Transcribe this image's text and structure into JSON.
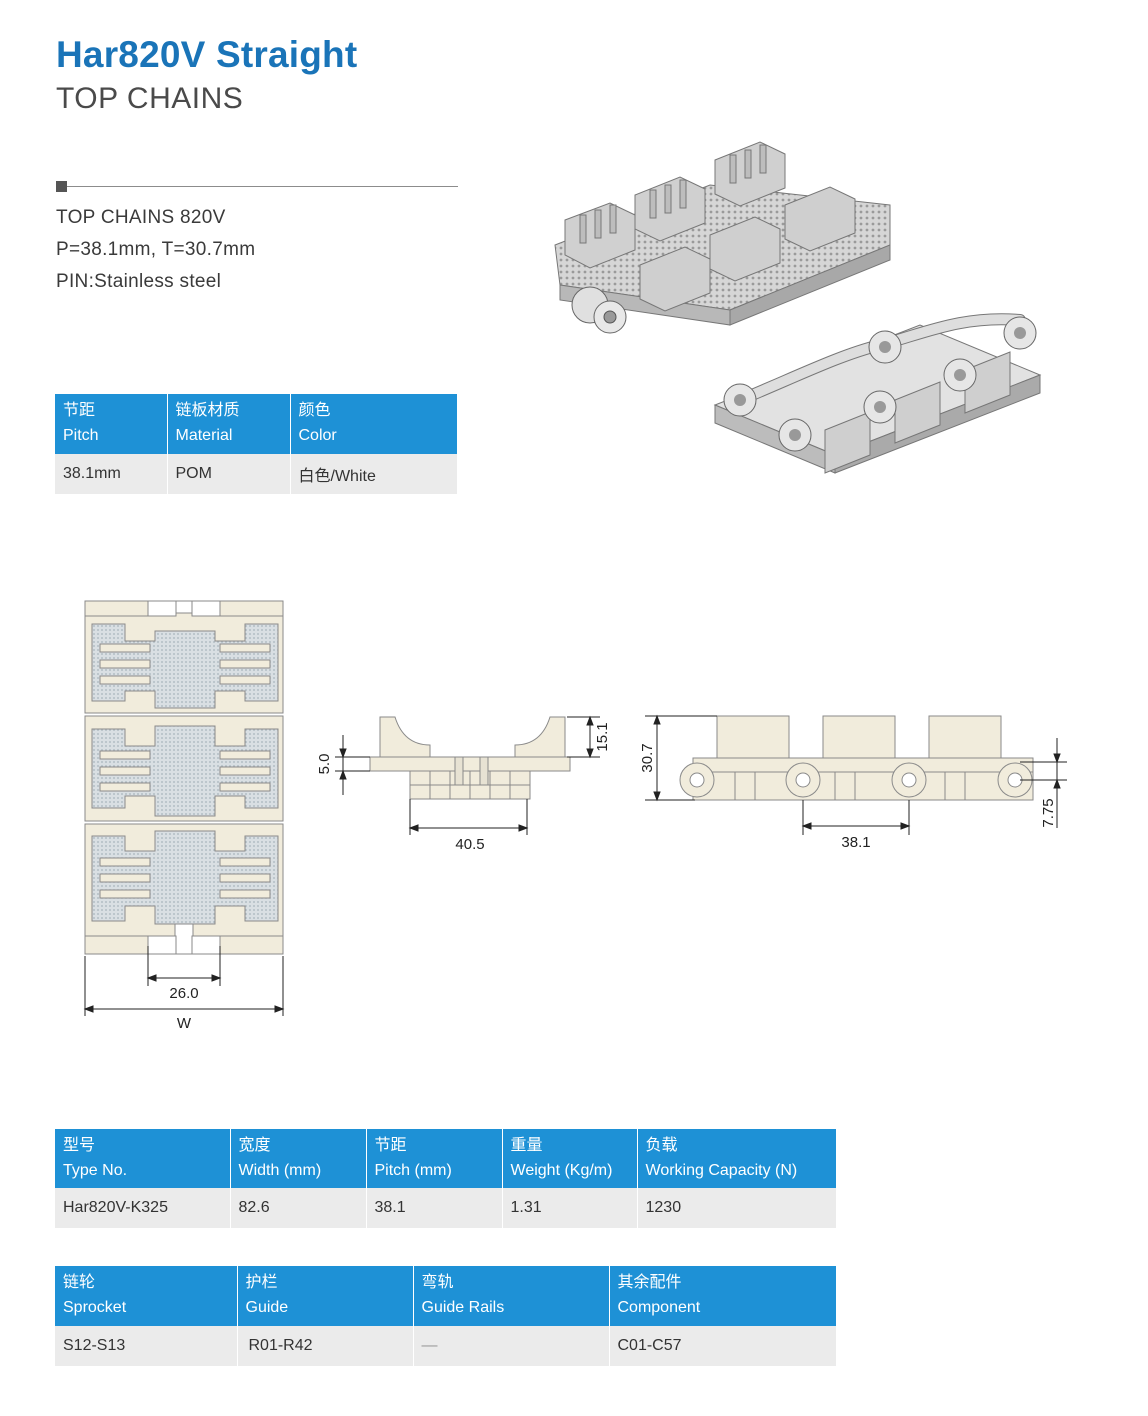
{
  "header": {
    "title": "Har820V Straight",
    "subtitle": "TOP CHAINS"
  },
  "specs": {
    "line1": "TOP CHAINS 820V",
    "line2": "P=38.1mm, T=30.7mm",
    "line3": "PIN:Stainless steel"
  },
  "material_table": {
    "headers": [
      {
        "cn": "节距",
        "en": "Pitch"
      },
      {
        "cn": "链板材质",
        "en": "Material"
      },
      {
        "cn": "颜色",
        "en": "Color"
      }
    ],
    "row": [
      "38.1mm",
      "POM",
      "白色/White"
    ]
  },
  "drawing_labels": {
    "inner_width": "26.0",
    "overall_width": "W",
    "plate_thickness": "5.0",
    "top_height": "15.1",
    "span": "40.5",
    "total_height": "30.7",
    "pitch": "38.1",
    "pin_height": "7.75"
  },
  "type_table": {
    "headers": [
      {
        "cn": "型号",
        "en": "Type No."
      },
      {
        "cn": "宽度",
        "en": "Width (mm)"
      },
      {
        "cn": "节距",
        "en": "Pitch (mm)"
      },
      {
        "cn": "重量",
        "en": "Weight (Kg/m)"
      },
      {
        "cn": "负载",
        "en": "Working Capacity (N)"
      }
    ],
    "row": [
      "Har820V-K325",
      "82.6",
      "38.1",
      "1.31",
      "1230"
    ]
  },
  "accessory_table": {
    "headers": [
      {
        "cn": "链轮",
        "en": "Sprocket"
      },
      {
        "cn": "护栏",
        "en": "Guide"
      },
      {
        "cn": "弯轨",
        "en": "Guide Rails"
      },
      {
        "cn": "其余配件",
        "en": "Component"
      }
    ],
    "row": [
      "S12-S13",
      "R01-R42",
      "—",
      "C01-C57"
    ]
  },
  "colors": {
    "accent": "#1a74b8",
    "table_header": "#1e91d6",
    "table_row": "#ebebeb",
    "part_fill": "#f0ebdc",
    "part_texture": "#c8d0d6"
  }
}
